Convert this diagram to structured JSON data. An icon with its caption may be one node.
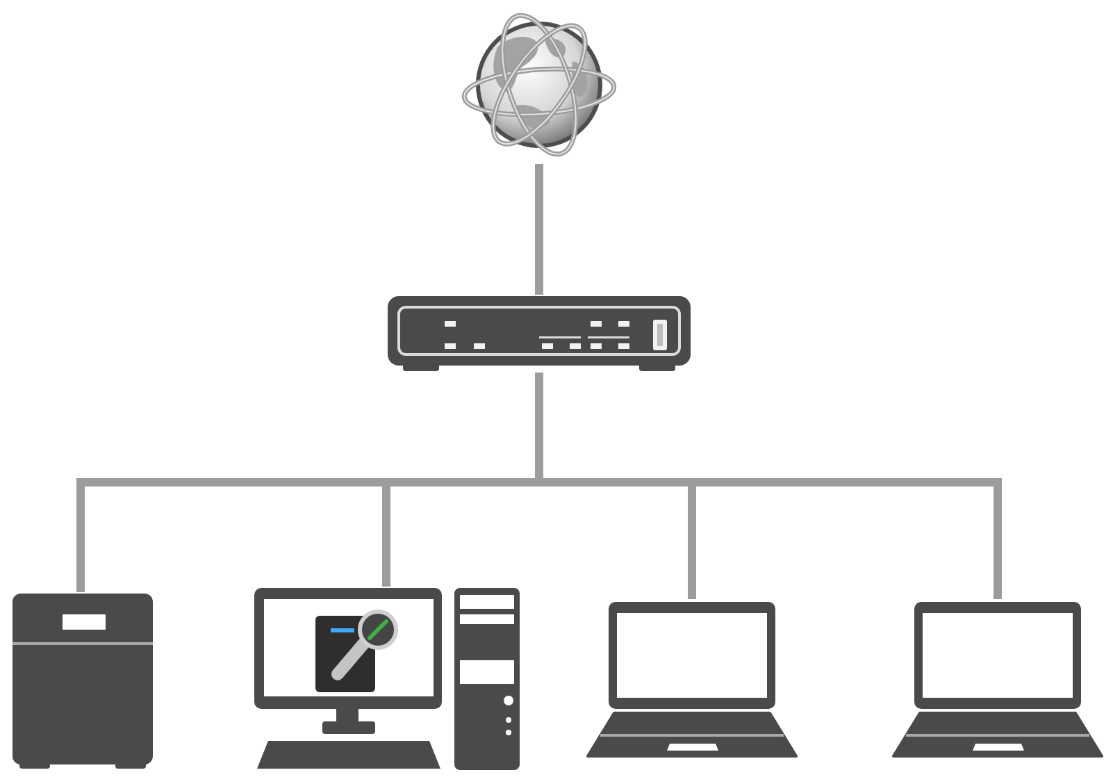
{
  "diagram": {
    "nodes": [
      {
        "text": [],
        "shape": "picture"
      },
      {
        "text": [],
        "shape": "picture"
      },
      {
        "text": [],
        "shape": "picture"
      },
      {
        "text": [],
        "shape": "picture"
      },
      {
        "text": [],
        "shape": "picture"
      },
      {
        "text": [],
        "shape": "picture"
      }
    ],
    "edges": [
      {
        "from": 0,
        "to": 1,
        "arrow": "none"
      },
      {
        "from": 1,
        "to": 2,
        "arrow": "none"
      },
      {
        "from": 1,
        "to": 3,
        "arrow": "none"
      },
      {
        "from": 1,
        "to": 4,
        "arrow": "none"
      },
      {
        "from": 1,
        "to": 5,
        "arrow": "none"
      }
    ]
  }
}
